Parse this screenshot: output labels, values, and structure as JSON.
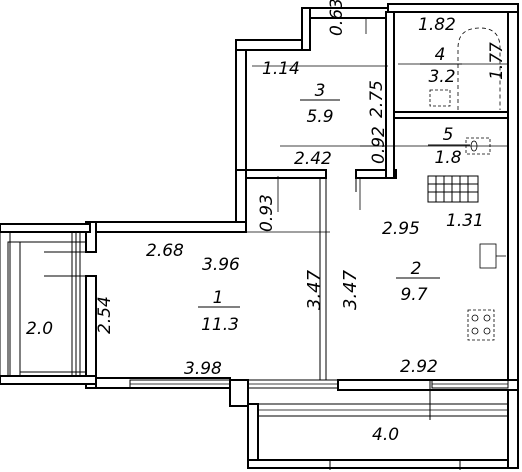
{
  "plan": {
    "rooms": [
      {
        "number": "1",
        "area": "11.3"
      },
      {
        "number": "2",
        "area": "9.7"
      },
      {
        "number": "3",
        "area": "5.9"
      },
      {
        "number": "4",
        "area": "3.2"
      },
      {
        "number": "5",
        "area": "1.8"
      }
    ],
    "dimensions": {
      "d_063": "0.63",
      "d_182": "1.82",
      "d_114": "1.14",
      "d_177": "1.77",
      "d_275": "2.75",
      "d_092": "0.92",
      "d_242": "2.42",
      "d_093": "0.93",
      "d_131": "1.31",
      "d_295": "2.95",
      "d_268": "2.68",
      "d_396": "3.96",
      "d_347a": "3.47",
      "d_347b": "3.47",
      "d_254": "2.54",
      "d_20": "2.0",
      "d_398": "3.98",
      "d_292": "2.92",
      "d_40": "4.0"
    }
  }
}
